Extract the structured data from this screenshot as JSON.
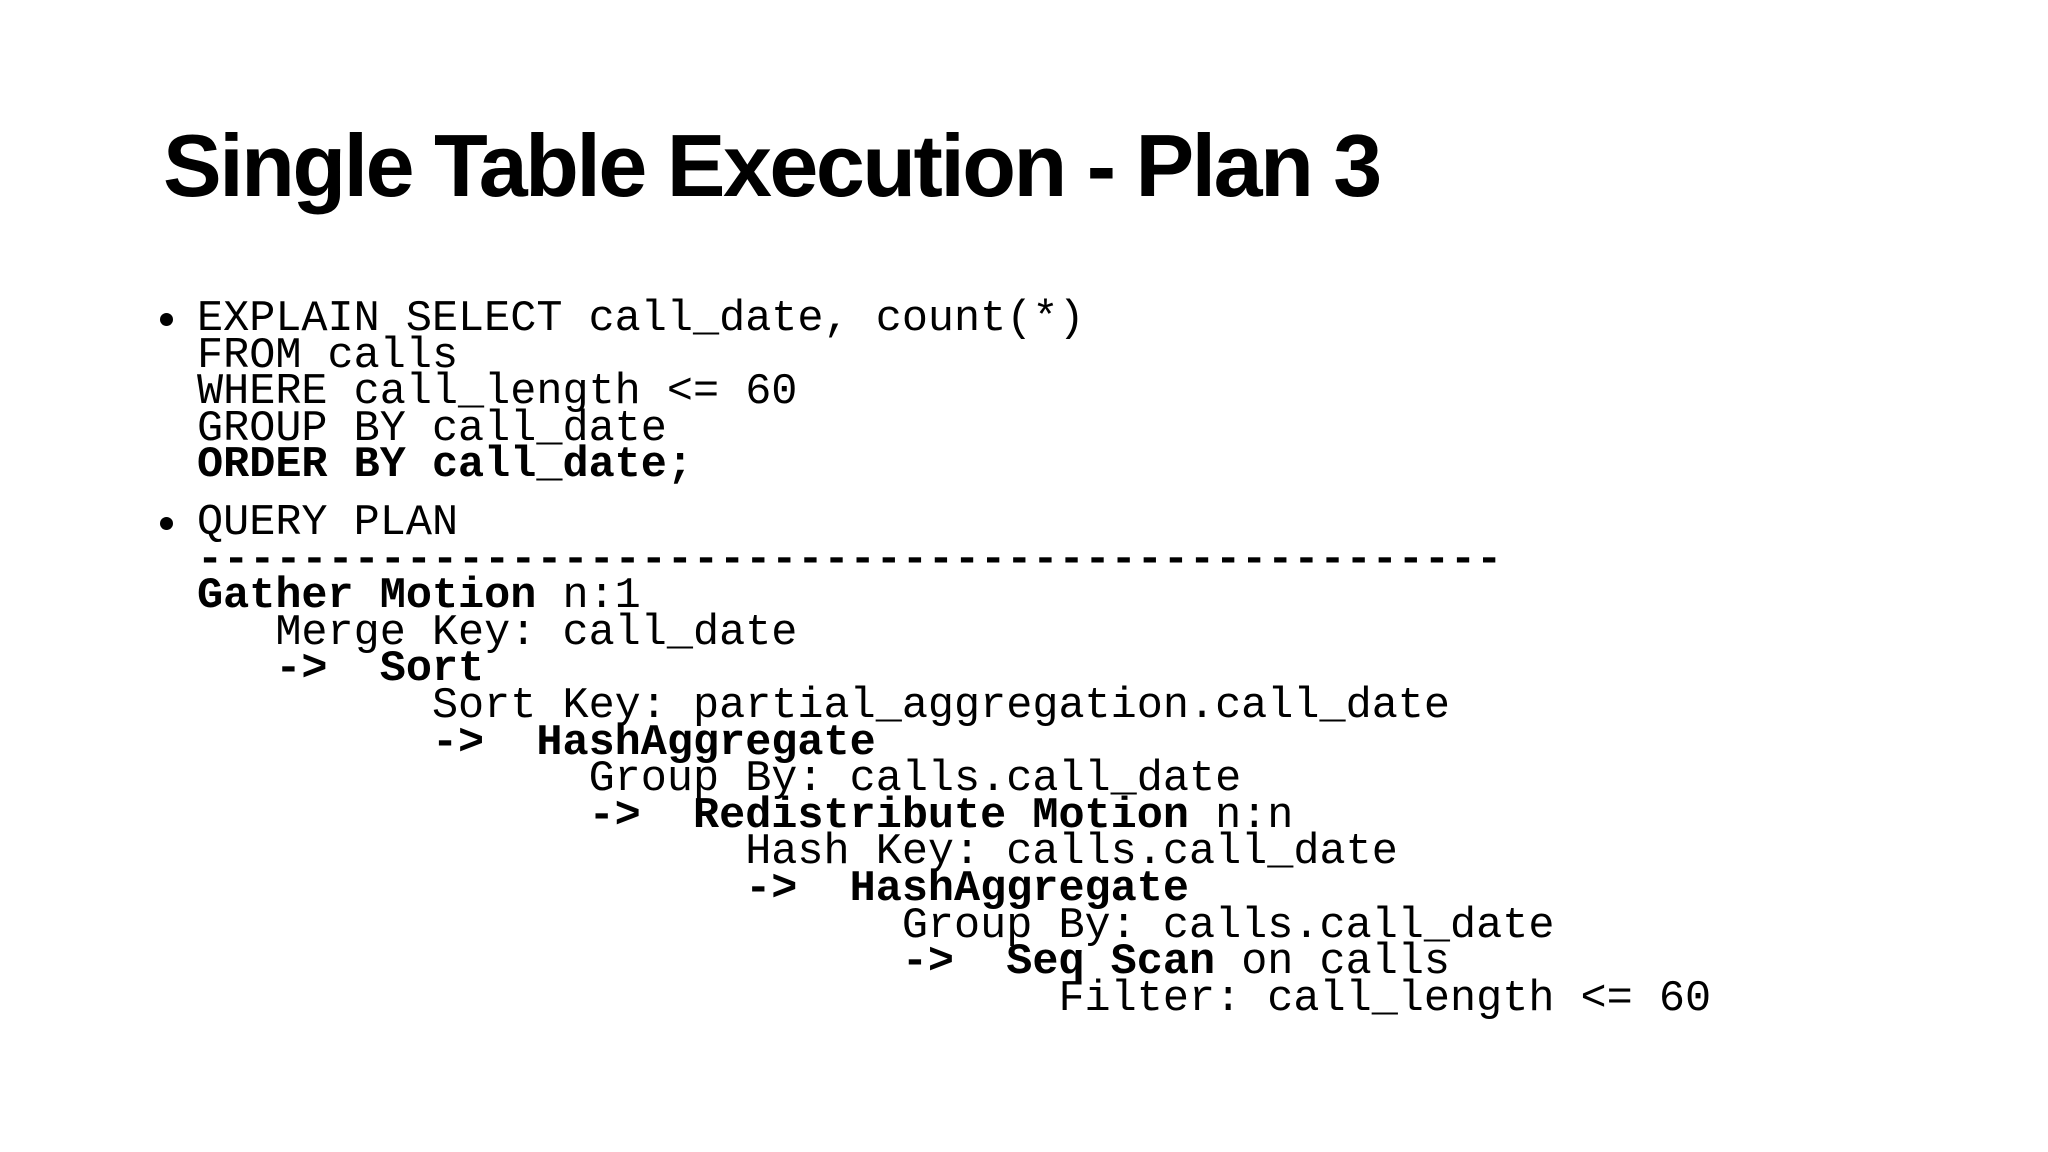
{
  "title": "Single Table Execution - Plan 3",
  "colors": {
    "background": "#ffffff",
    "text": "#000000"
  },
  "bullets": [
    {
      "name": "sql-query",
      "lines": [
        [
          {
            "t": "EXPLAIN SELECT call_date, count(*)",
            "b": false
          }
        ],
        [
          {
            "t": "FROM calls",
            "b": false
          }
        ],
        [
          {
            "t": "WHERE call_length <= 60",
            "b": false
          }
        ],
        [
          {
            "t": "GROUP BY call_date",
            "b": false
          }
        ],
        [
          {
            "t": "ORDER BY call_date;",
            "b": true
          }
        ]
      ]
    },
    {
      "name": "query-plan",
      "lines": [
        [
          {
            "t": "QUERY PLAN",
            "b": false
          }
        ],
        [
          {
            "t": "--------------------------------------------------",
            "b": true
          }
        ],
        [
          {
            "t": "Gather Motion",
            "b": true
          },
          {
            "t": " n:1",
            "b": false
          }
        ],
        [
          {
            "t": "   Merge Key: call_date",
            "b": false
          }
        ],
        [
          {
            "t": "   ",
            "b": false
          },
          {
            "t": "->  Sort",
            "b": true
          }
        ],
        [
          {
            "t": "         Sort Key: partial_aggregation.call_date",
            "b": false
          }
        ],
        [
          {
            "t": "         ",
            "b": false
          },
          {
            "t": "->  HashAggregate",
            "b": true
          }
        ],
        [
          {
            "t": "               Group By: calls.call_date",
            "b": false
          }
        ],
        [
          {
            "t": "               ",
            "b": false
          },
          {
            "t": "->  Redistribute Motion",
            "b": true
          },
          {
            "t": " n:n",
            "b": false
          }
        ],
        [
          {
            "t": "                     Hash Key: calls.call_date",
            "b": false
          }
        ],
        [
          {
            "t": "                     ",
            "b": false
          },
          {
            "t": "->  HashAggregate",
            "b": true
          }
        ],
        [
          {
            "t": "                           Group By: calls.call_date",
            "b": false
          }
        ],
        [
          {
            "t": "                           ",
            "b": false
          },
          {
            "t": "->  Seq Scan",
            "b": true
          },
          {
            "t": " on calls",
            "b": false
          }
        ],
        [
          {
            "t": "                                 Filter: call_length <= 60",
            "b": false
          }
        ]
      ]
    }
  ]
}
